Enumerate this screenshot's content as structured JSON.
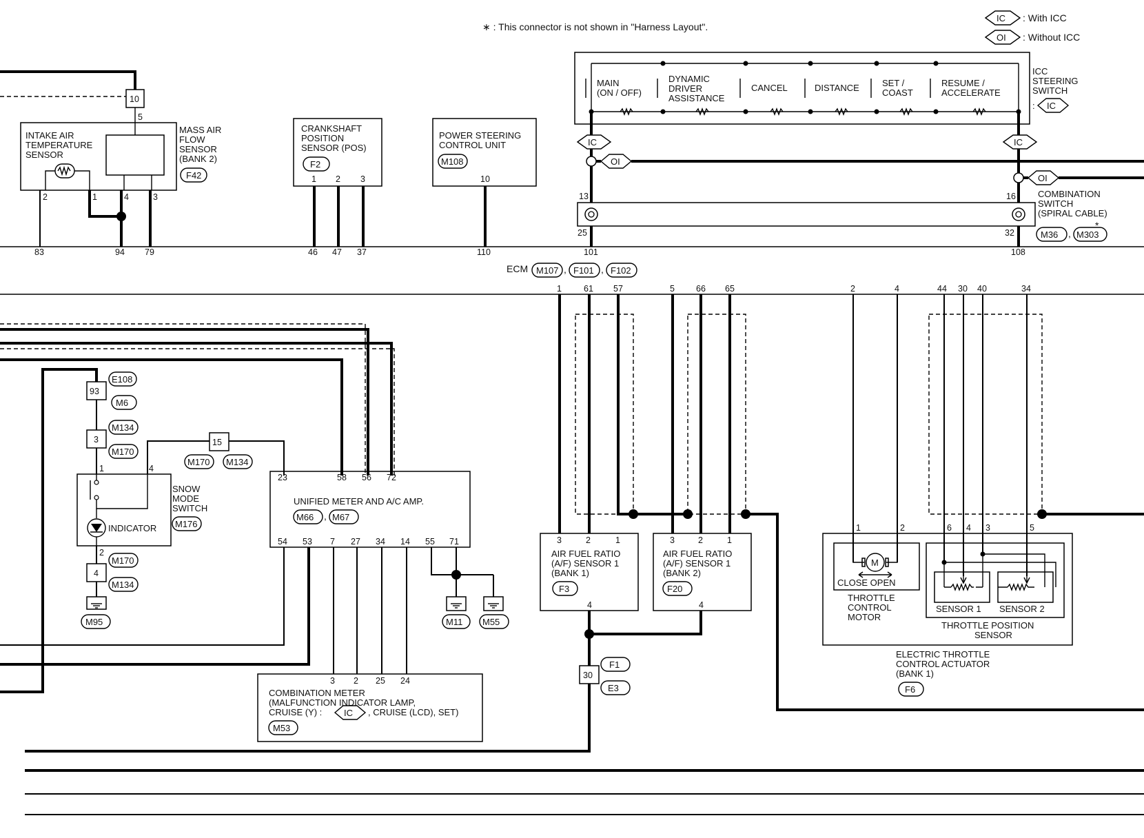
{
  "notes": {
    "connector_note": "∗ : This connector is not shown in \"Harness Layout\".",
    "legend_ic": ": With ICC",
    "legend_oi": ": Without ICC",
    "ic": "IC",
    "oi": "OI"
  },
  "components": {
    "intake_air_temp": [
      "INTAKE AIR",
      "TEMPERATURE",
      "SENSOR"
    ],
    "maf": [
      "MASS AIR",
      "FLOW",
      "SENSOR",
      "(BANK 2)"
    ],
    "maf_conn": "F42",
    "crank": [
      "CRANKSHAFT",
      "POSITION",
      "SENSOR (POS)"
    ],
    "crank_conn": "F2",
    "ps": [
      "POWER STEERING",
      "CONTROL UNIT"
    ],
    "ps_conn": "M108",
    "icc_switch": [
      "ICC",
      "STEERING",
      "SWITCH"
    ],
    "icc_items": {
      "main": [
        "MAIN",
        "(ON / OFF)"
      ],
      "dynamic": [
        "DYNAMIC",
        "DRIVER",
        "ASSISTANCE"
      ],
      "cancel": "CANCEL",
      "distance": "DISTANCE",
      "set": [
        "SET /",
        "COAST"
      ],
      "resume": [
        "RESUME /",
        "ACCELERATE"
      ]
    },
    "combo_switch": [
      "COMBINATION",
      "SWITCH",
      "(SPIRAL CABLE)"
    ],
    "combo_switch_conns": [
      "M36",
      "M303"
    ],
    "ecm": "ECM",
    "ecm_conns": [
      "M107",
      "F101",
      "F102"
    ],
    "snow": [
      "SNOW",
      "MODE",
      "SWITCH"
    ],
    "snow_conn": "M176",
    "indicator": "INDICATOR",
    "unified": "UNIFIED METER AND A/C AMP.",
    "unified_conns": [
      "M66",
      "M67"
    ],
    "combo_meter": [
      "COMBINATION METER",
      "(MALFUNCTION INDICATOR LAMP,",
      " CRUISE (Y) :",
      ", CRUISE (LCD), SET)"
    ],
    "combo_meter_conn": "M53",
    "af1": [
      "AIR FUEL RATIO",
      "(A/F) SENSOR 1",
      "(BANK 1)"
    ],
    "af1_conn": "F3",
    "af2": [
      "AIR FUEL RATIO",
      "(A/F) SENSOR 1",
      "(BANK 2)"
    ],
    "af2_conn": "F20",
    "tcm": [
      "THROTTLE",
      "CONTROL",
      "MOTOR"
    ],
    "close_open": "CLOSE  OPEN",
    "motor": "M",
    "sensor1": "SENSOR 1",
    "sensor2": "SENSOR 2",
    "tps": [
      "THROTTLE POSITION",
      "SENSOR"
    ],
    "etc": [
      "ELECTRIC THROTTLE",
      "CONTROL ACTUATOR",
      "(BANK 1)"
    ],
    "etc_conn": "F6"
  },
  "connectors": [
    "E108",
    "M6",
    "M134",
    "M170",
    "M170",
    "M134",
    "M170",
    "M134",
    "M95",
    "M11",
    "M55",
    "F1",
    "E3"
  ],
  "joints": [
    "10",
    "93",
    "3",
    "15",
    "4",
    "30"
  ],
  "pins": {
    "top": [
      "5",
      "2",
      "1",
      "4",
      "3",
      "1",
      "2",
      "3",
      "10",
      "13",
      "25",
      "16",
      "32"
    ],
    "ecm_upper": [
      "83",
      "94",
      "79",
      "46",
      "47",
      "37",
      "110",
      "101",
      "108"
    ],
    "ecm_lower": [
      "1",
      "61",
      "57",
      "5",
      "66",
      "65",
      "2",
      "4",
      "44",
      "30",
      "40",
      "34"
    ],
    "snow": [
      "1",
      "4",
      "2"
    ],
    "unified_top": [
      "23",
      "58",
      "56",
      "72"
    ],
    "unified_bottom": [
      "54",
      "53",
      "7",
      "27",
      "34",
      "14",
      "55",
      "71"
    ],
    "meter": [
      "3",
      "2",
      "25",
      "24"
    ],
    "af1": [
      "3",
      "2",
      "1",
      "4"
    ],
    "af2": [
      "3",
      "2",
      "1",
      "4"
    ],
    "etc": [
      "1",
      "2",
      "6",
      "4",
      "3",
      "5"
    ]
  }
}
